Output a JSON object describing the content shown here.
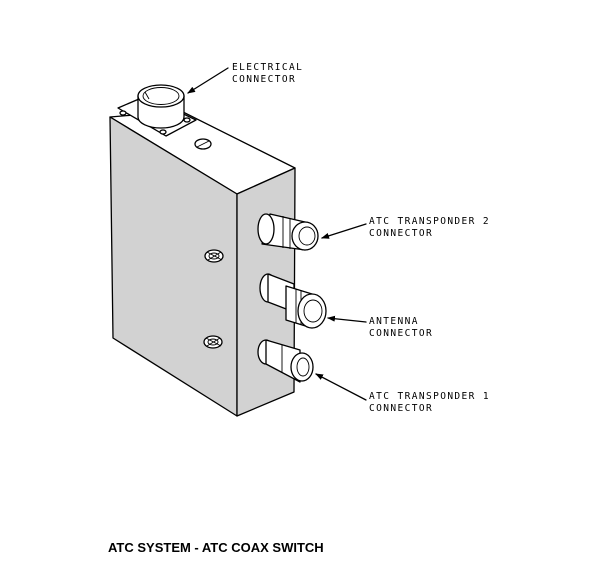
{
  "figure": {
    "caption": "ATC SYSTEM - ATC COAX SWITCH",
    "callouts": {
      "electrical_connector": [
        "ELECTRICAL",
        "CONNECTOR"
      ],
      "atc_transponder_2": [
        "ATC TRANSPONDER 2",
        "CONNECTOR"
      ],
      "antenna_connector": [
        "ANTENNA",
        "CONNECTOR"
      ],
      "atc_transponder_1": [
        "ATC TRANSPONDER 1",
        "CONNECTOR"
      ]
    }
  }
}
